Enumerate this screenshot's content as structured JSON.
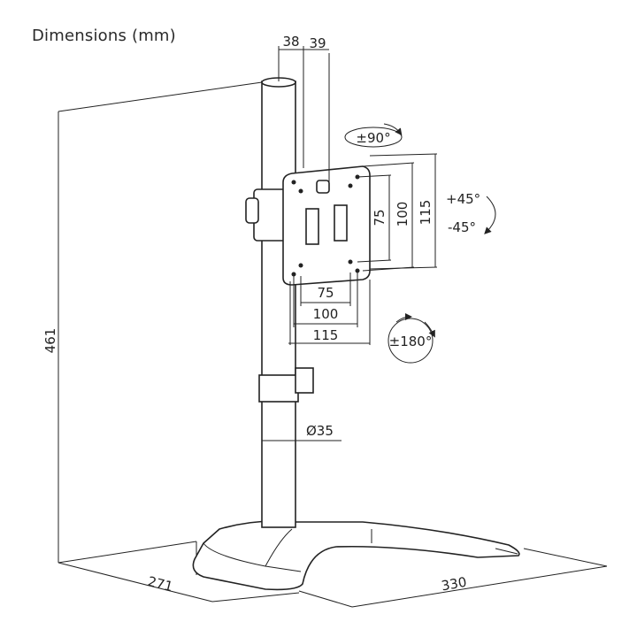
{
  "title": "Dimensions (mm)",
  "dimensions": {
    "height": "461",
    "depth": "271",
    "width": "330",
    "pole_diameter": "Ø35",
    "pole_offset_a": "38",
    "pole_offset_b": "39",
    "vesa_h_75": "75",
    "vesa_h_100": "100",
    "vesa_h_115": "115",
    "vesa_v_75": "75",
    "vesa_v_100": "100",
    "vesa_v_115": "115"
  },
  "rotations": {
    "rotate": "±90°",
    "tilt_up": "+45°",
    "tilt_down": "-45°",
    "swivel": "±180°"
  }
}
